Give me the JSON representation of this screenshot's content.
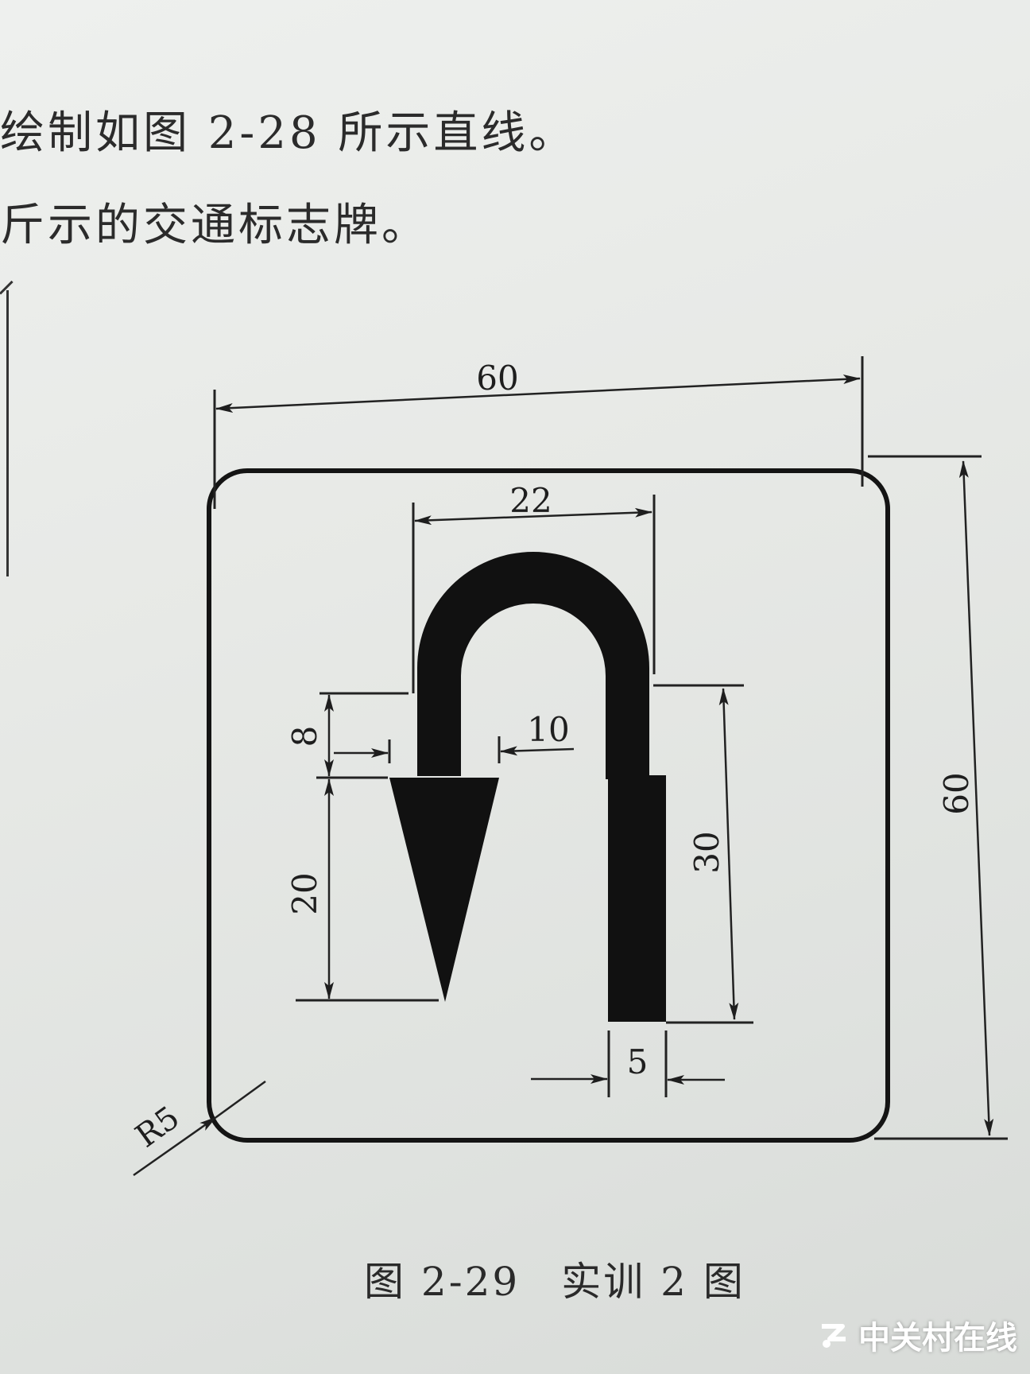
{
  "text": {
    "line1": "绘制如图 2-28 所示直线。",
    "line2": "斤示的交通标志牌。"
  },
  "dimensions": {
    "overall_width": "60",
    "overall_height": "60",
    "arch_width": "22",
    "arrow_offset": "8",
    "arrow_width": "10",
    "arrow_length": "20",
    "leg_length": "30",
    "stroke_width": "5",
    "corner_radius": "R5"
  },
  "caption": {
    "number": "图 2-29",
    "title": "实训 2 图"
  },
  "watermark": {
    "text": "中关村在线",
    "icon": "zol-logo-icon"
  },
  "colors": {
    "ink": "#111111",
    "paper": "#e6e8e5"
  }
}
